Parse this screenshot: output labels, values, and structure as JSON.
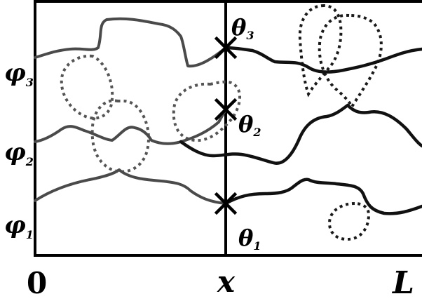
{
  "labels": {
    "phi": [
      "φ",
      "φ",
      "φ"
    ],
    "phi_sub": [
      "1",
      "2",
      "3"
    ],
    "theta": [
      "θ",
      "θ",
      "θ"
    ],
    "theta_sub": [
      "1",
      "2",
      "3"
    ],
    "axis": {
      "start": "0",
      "mid": "x",
      "end": "L"
    }
  },
  "colors": {
    "left_paths": "#4a4a4a",
    "right_paths": "#111111",
    "frame": "#000000"
  }
}
